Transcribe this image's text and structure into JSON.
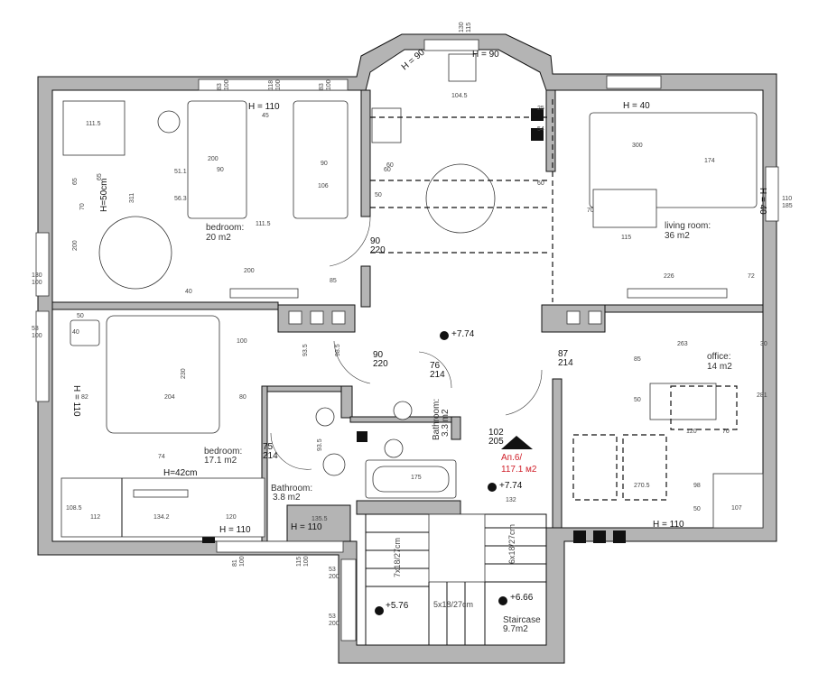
{
  "colors": {
    "wall": "#b4b4b4",
    "line": "#111111",
    "apartment_label": "#d0202a"
  },
  "rooms": {
    "bedroom1": {
      "name": "bedroom:",
      "area": "20  m2"
    },
    "bedroom2": {
      "name": "bedroom:",
      "area": "17.1  m2"
    },
    "bathroom1": {
      "name": "Bathroom:",
      "area": "3.8  m2"
    },
    "bathroom2": {
      "name": "Bathroom:",
      "area": "3.3 m2"
    },
    "living": {
      "name": "living  room:",
      "area": "36  m2"
    },
    "office": {
      "name": "office:",
      "area": "14  m2"
    },
    "staircase": {
      "name": "Staircase",
      "area": "9.7m2"
    }
  },
  "apartment": {
    "name": "Ап.6/",
    "area": "117.1 м2"
  },
  "heights": [
    "H = 110",
    "H=50cm",
    "H = 90",
    "H = 90",
    "H = 40",
    "H = 40",
    "H = 110",
    "H=42cm",
    "H = 110",
    "H = 110",
    "H = 110"
  ],
  "levels": [
    "+7.74",
    "+7.74",
    "+5.76",
    "+6.66"
  ],
  "doors": [
    [
      "90",
      "220"
    ],
    [
      "90",
      "220"
    ],
    [
      "76",
      "214"
    ],
    [
      "87",
      "214"
    ],
    [
      "75",
      "214"
    ],
    [
      "102",
      "205"
    ]
  ],
  "stairs": [
    "7x18/27cm",
    "6x18/27cm",
    "5x18/27cm"
  ],
  "windows": [
    [
      "83",
      "100"
    ],
    [
      "118",
      "100"
    ],
    [
      "83",
      "100"
    ],
    [
      "130",
      "115"
    ],
    [
      "110",
      "185"
    ],
    [
      "81",
      "100"
    ],
    [
      "115",
      "100"
    ],
    [
      "53",
      "200"
    ],
    [
      "53",
      "200"
    ],
    [
      "130",
      "100"
    ],
    [
      "53",
      "100"
    ]
  ],
  "dims": [
    "111.5",
    "65",
    "70",
    "200",
    "51.1",
    "56.3",
    "90",
    "90",
    "106",
    "200",
    "45",
    "111.5",
    "200",
    "85",
    "40",
    "300",
    "174",
    "115",
    "70",
    "226",
    "72",
    "60",
    "60",
    "50",
    "82",
    "204",
    "80",
    "230",
    "74",
    "50",
    "40",
    "100",
    "112",
    "134.2",
    "120",
    "135.5",
    "108.5",
    "175",
    "132",
    "263",
    "30",
    "85",
    "50",
    "120",
    "70",
    "281",
    "270.5",
    "107",
    "98",
    "50",
    "104.5",
    "60",
    "25",
    "54",
    "311",
    "65",
    "93.5",
    "98.5",
    "93.5"
  ]
}
